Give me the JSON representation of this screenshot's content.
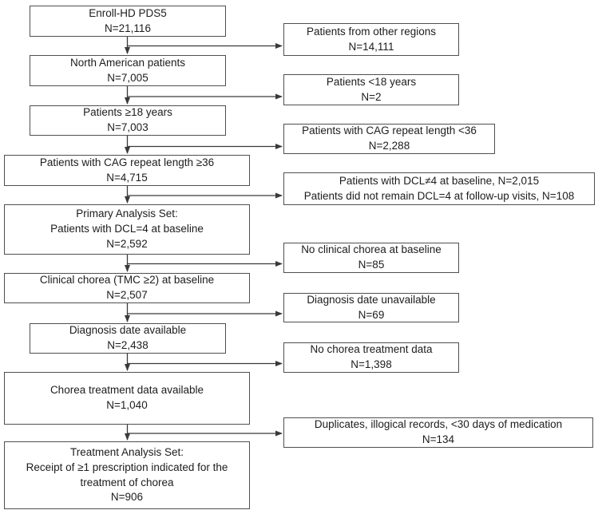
{
  "flowchart": {
    "title_semantic": "Patient disposition flow diagram",
    "line_color": "#3a3a3a",
    "border_color": "#4f4f4f",
    "main_boxes": [
      {
        "id": "enroll-hd-pds5",
        "lines": [
          "Enroll-HD PDS5",
          "N=21,116"
        ]
      },
      {
        "id": "north-american-patients",
        "lines": [
          "North American patients",
          "N=7,005"
        ]
      },
      {
        "id": "patients-ge-18-years",
        "lines": [
          "Patients ≥18 years",
          "N=7,003"
        ]
      },
      {
        "id": "cag-repeat-ge-36",
        "lines": [
          "Patients with CAG repeat length ≥36",
          "N=4,715"
        ]
      },
      {
        "id": "primary-analysis-set",
        "lines": [
          "Primary Analysis Set:",
          "Patients with DCL=4 at baseline",
          "N=2,592"
        ]
      },
      {
        "id": "clinical-chorea-baseline",
        "lines": [
          "Clinical chorea (TMC ≥2) at baseline",
          "N=2,507"
        ]
      },
      {
        "id": "diagnosis-date-available",
        "lines": [
          "Diagnosis date available",
          "N=2,438"
        ]
      },
      {
        "id": "chorea-treatment-data-available",
        "lines": [
          "Chorea treatment data available",
          "N=1,040"
        ]
      },
      {
        "id": "treatment-analysis-set",
        "lines": [
          "Treatment Analysis Set:",
          "Receipt of ≥1 prescription indicated for the",
          "treatment of chorea",
          "N=906"
        ]
      }
    ],
    "exclusion_boxes": [
      {
        "id": "other-regions",
        "lines": [
          "Patients from other regions",
          "N=14,111"
        ]
      },
      {
        "id": "under-18-years",
        "lines": [
          "Patients <18 years",
          "N=2"
        ]
      },
      {
        "id": "cag-repeat-lt-36",
        "lines": [
          "Patients with CAG repeat length <36",
          "N=2,288"
        ]
      },
      {
        "id": "dcl-not-4",
        "lines": [
          "Patients with DCL≠4 at baseline, N=2,015",
          "Patients did not remain DCL=4 at follow-up visits, N=108"
        ]
      },
      {
        "id": "no-clinical-chorea",
        "lines": [
          "No clinical chorea at baseline",
          "N=85"
        ]
      },
      {
        "id": "diagnosis-date-unavailable",
        "lines": [
          "Diagnosis date unavailable",
          "N=69"
        ]
      },
      {
        "id": "no-chorea-treatment-data",
        "lines": [
          "No chorea treatment data",
          "N=1,398"
        ]
      },
      {
        "id": "duplicates-illogical",
        "lines": [
          "Duplicates, illogical records, <30 days of medication",
          "N=134"
        ]
      }
    ]
  }
}
